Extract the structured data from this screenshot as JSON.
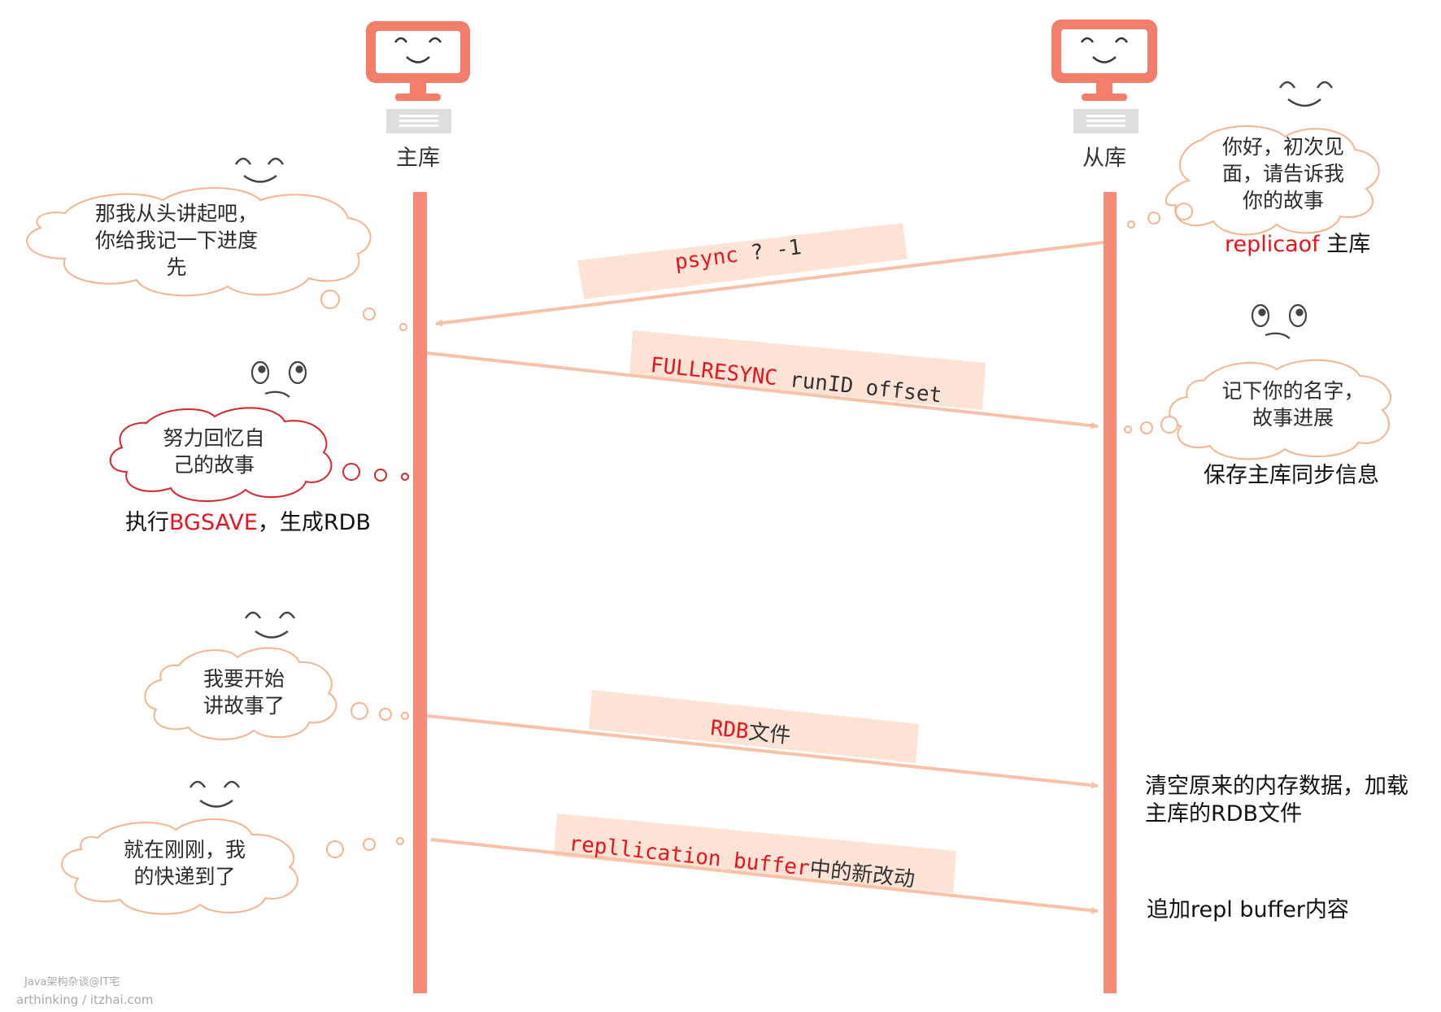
{
  "nodes": {
    "master": {
      "label": "主库"
    },
    "slave": {
      "label": "从库"
    }
  },
  "colors": {
    "lifeline": "#f48a78",
    "monitor": "#f37e6c",
    "arrow": "#f8c2a8",
    "label_bg": "#fde3d6",
    "cloud_orange": "#f4b48f",
    "cloud_red": "#d9262a",
    "highlight": "#e8141b"
  },
  "messages": {
    "psync": {
      "code": "psync",
      "rest": " ? -1"
    },
    "fullresync": {
      "code": "FULLRESYNC",
      "rest": " runID offset"
    },
    "rdb": {
      "code": "RDB",
      "rest": "文件"
    },
    "repl": {
      "code": "repllication buffer",
      "rest": "中的新改动"
    }
  },
  "clouds": {
    "slave_hello": {
      "lines": [
        "你好，初次见",
        "面，请告诉我",
        "你的故事"
      ],
      "face": "smile-face-icon"
    },
    "master_start": {
      "lines": [
        "那我从头讲起吧，",
        "你给我记一下进度",
        "先"
      ],
      "face": "smile-face-icon"
    },
    "master_recall": {
      "lines": [
        "努力回忆自",
        "己的故事"
      ],
      "face": "thinking-face-icon"
    },
    "slave_record": {
      "lines": [
        "记下你的名字，",
        "故事进展"
      ],
      "face": "thinking-face-icon"
    },
    "master_tell": {
      "lines": [
        "我要开始",
        "讲故事了"
      ],
      "face": "smile-face-icon"
    },
    "master_express": {
      "lines": [
        "就在刚刚，我",
        "的快递到了"
      ],
      "face": "smile-face-icon"
    }
  },
  "notes": {
    "replicaof": {
      "code": "replicaof",
      "rest": " 主库"
    },
    "save_info": {
      "text": "保存主库同步信息"
    },
    "bgsave": {
      "pre": "执行",
      "code": "BGSAVE",
      "post": "，生成RDB"
    },
    "clear_load": {
      "lines": [
        "清空原来的内存数据，加载",
        "主库的RDB文件"
      ]
    },
    "append": {
      "text": "追加repl buffer内容"
    }
  },
  "watermark": {
    "line1": "Java架构杂谈@IT宅",
    "line2": "arthinking / itzhai.com"
  }
}
